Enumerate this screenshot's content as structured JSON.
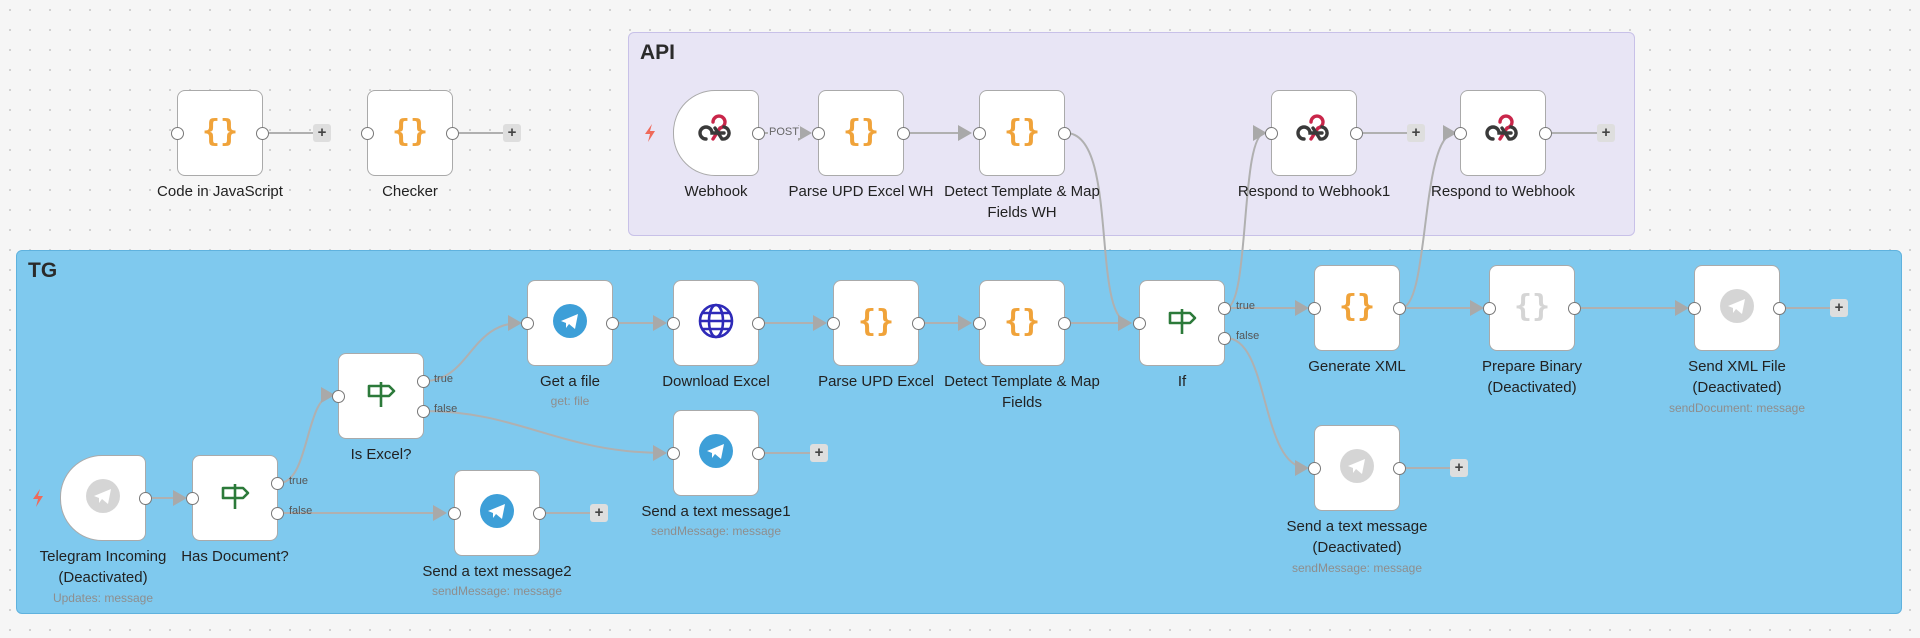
{
  "groups": {
    "api": {
      "title": "API"
    },
    "tg": {
      "title": "TG"
    }
  },
  "edge_labels": {
    "post": "POST",
    "true_label": "true",
    "false_label": "false"
  },
  "plus_symbol": "+",
  "icons": {
    "code": "code-braces-icon",
    "webhook": "webhook-icon",
    "telegram": "telegram-icon",
    "globe": "http-request-globe-icon",
    "if": "signpost-if-icon",
    "trigger": "lightning-bolt-icon"
  },
  "colors": {
    "code": "#f0a33a",
    "telegram": "#3d9fd8",
    "globe": "#2e2ab8",
    "if": "#2c7a3a",
    "webhook_dark": "#3a3a3a",
    "webhook_red": "#c9264a",
    "trigger_bolt": "#ef6a5a"
  },
  "nodes": {
    "code_js": {
      "label": "Code in JavaScript"
    },
    "checker": {
      "label": "Checker"
    },
    "webhook": {
      "label": "Webhook"
    },
    "parse_upd_wh": {
      "label": "Parse UPD Excel WH"
    },
    "detect_wh": {
      "label": "Detect Template & Map Fields WH"
    },
    "respond1": {
      "label": "Respond to Webhook1"
    },
    "respond": {
      "label": "Respond to Webhook"
    },
    "telegram_incoming": {
      "label": "Telegram Incoming (Deactivated)",
      "sub": "Updates: message"
    },
    "has_document": {
      "label": "Has Document?"
    },
    "is_excel": {
      "label": "Is Excel?"
    },
    "get_file": {
      "label": "Get a file",
      "sub": "get: file"
    },
    "download_excel": {
      "label": "Download Excel"
    },
    "parse_upd": {
      "label": "Parse UPD Excel"
    },
    "detect": {
      "label": "Detect Template & Map Fields"
    },
    "if_node": {
      "label": "If"
    },
    "generate_xml": {
      "label": "Generate XML"
    },
    "prepare_binary": {
      "label": "Prepare Binary (Deactivated)"
    },
    "send_xml": {
      "label": "Send XML File (Deactivated)",
      "sub": "sendDocument: message"
    },
    "send_msg1": {
      "label": "Send a text message1",
      "sub": "sendMessage: message"
    },
    "send_msg2": {
      "label": "Send a text message2",
      "sub": "sendMessage: message"
    },
    "send_msg_deact": {
      "label": "Send a text message (Deactivated)",
      "sub": "sendMessage: message"
    }
  }
}
